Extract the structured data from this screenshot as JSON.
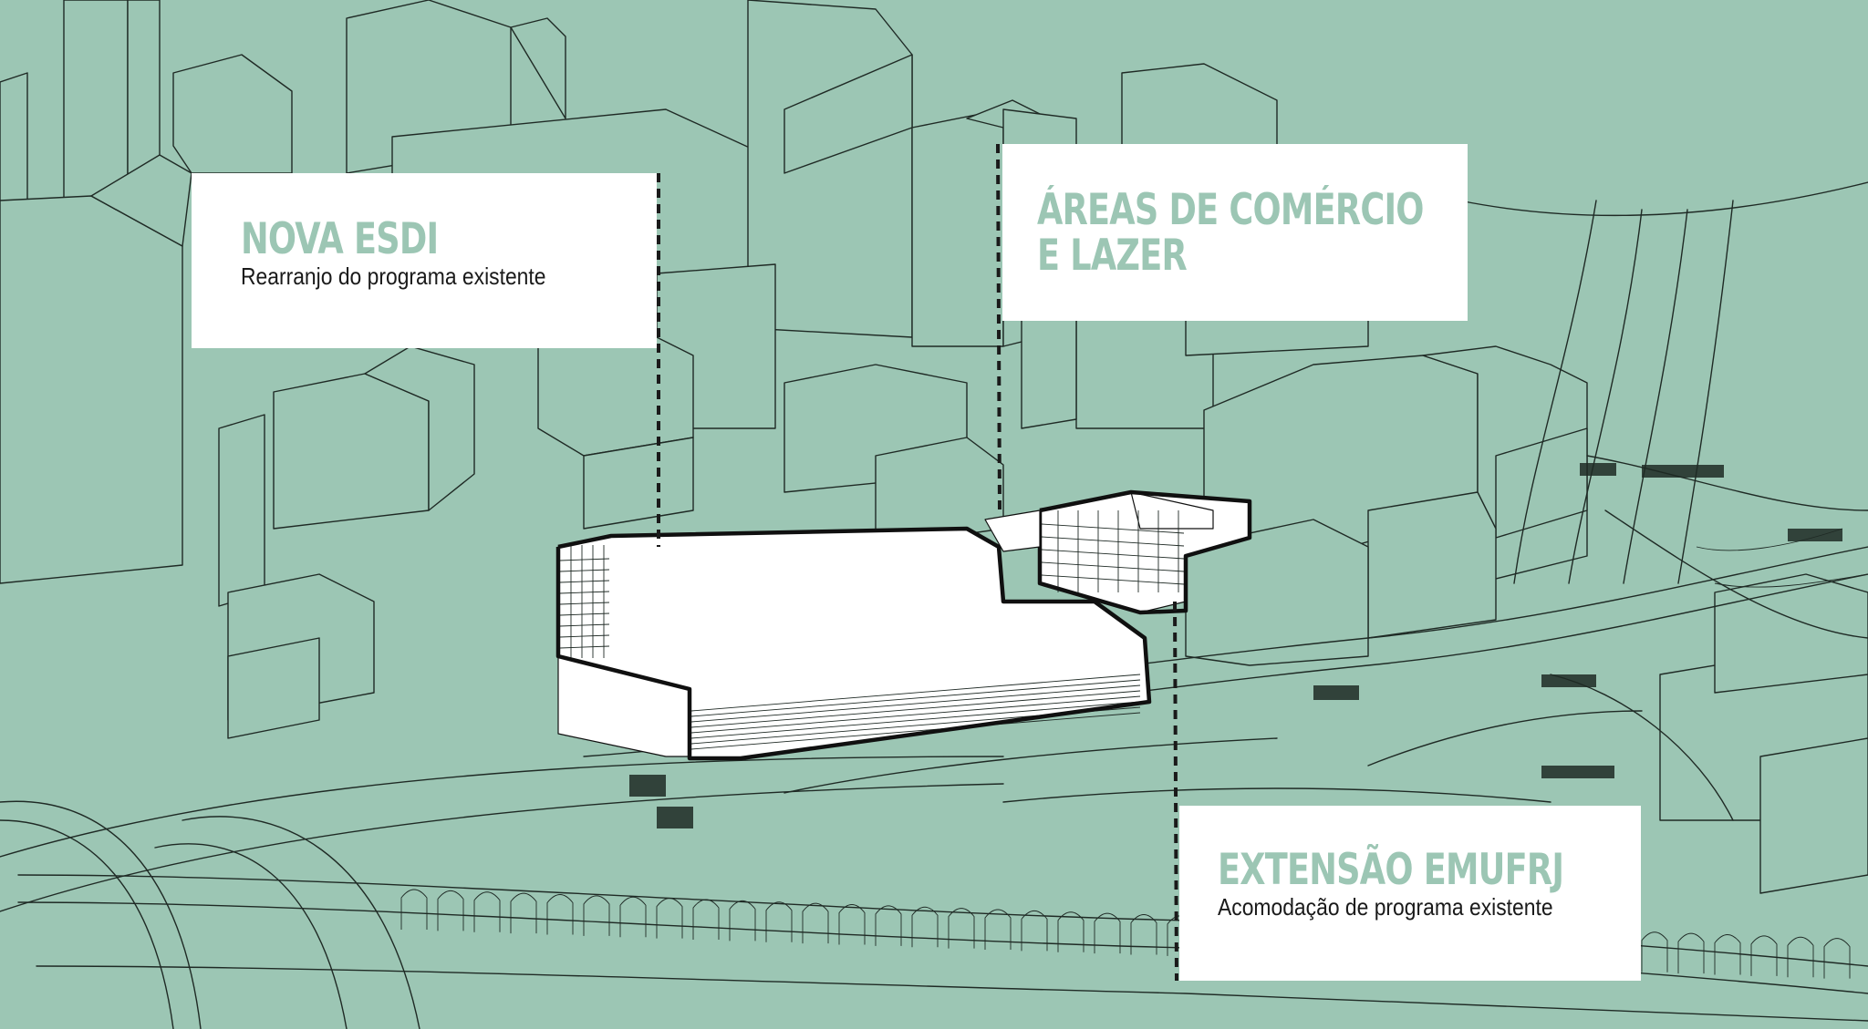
{
  "labels": {
    "esdi": {
      "title": "NOVA ESDI",
      "subtitle": "Rearranjo do programa existente"
    },
    "comercio": {
      "title_line1": "ÁREAS DE COMÉRCIO",
      "title_line2": "E LAZER"
    },
    "emufrj": {
      "title": "EXTENSÃO EMUFRJ",
      "subtitle": "Acomodação de programa existente"
    }
  },
  "colors": {
    "background": "#9cc6b4",
    "title_text": "#9cc6b4",
    "label_box": "#ffffff",
    "linework": "#1f2a25",
    "highlight_building": "#ffffff"
  }
}
